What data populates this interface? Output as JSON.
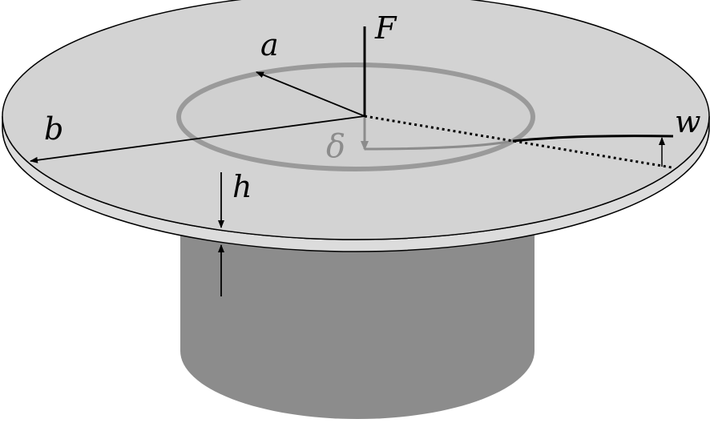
{
  "labels": {
    "force": "F",
    "inner_radius": "a",
    "outer_radius": "b",
    "thickness": "h",
    "deflection": "w",
    "center_deflection": "δ"
  },
  "colors": {
    "plate_top": "#d3d3d3",
    "plate_edge": "#dcdcdc",
    "support_cylinder": "#8c8c8c",
    "support_ring": "#9a9a9a",
    "ink": "#000000",
    "gray_ink": "#8c8c8c",
    "background": "#ffffff"
  }
}
